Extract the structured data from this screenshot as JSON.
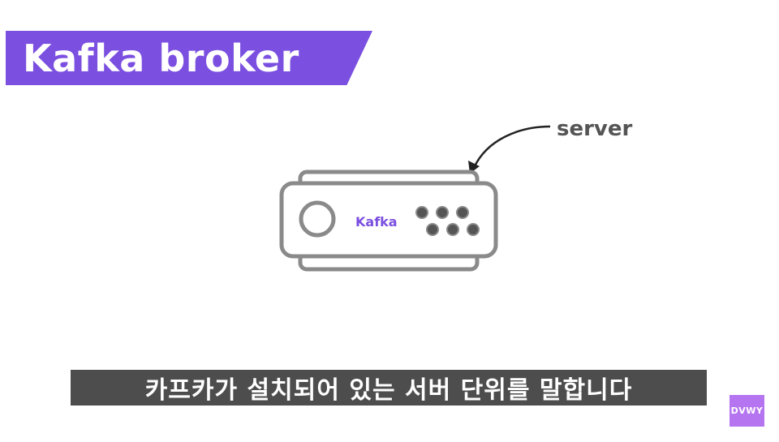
{
  "slide": {
    "title": "Kafka broker",
    "server_label": "server",
    "device_label": "Kafka",
    "subtitle": "카프카가 설치되어 있는 서버 단위를 말합니다",
    "logo": "DVWY"
  },
  "colors": {
    "title_banner": "#7b4fe0",
    "device_label": "#7b4fe0",
    "device_outline": "#8a8a8a",
    "device_dots": "#555555",
    "subtitle_bar": "#4d4d4d",
    "logo_bg": "#b574f0"
  }
}
